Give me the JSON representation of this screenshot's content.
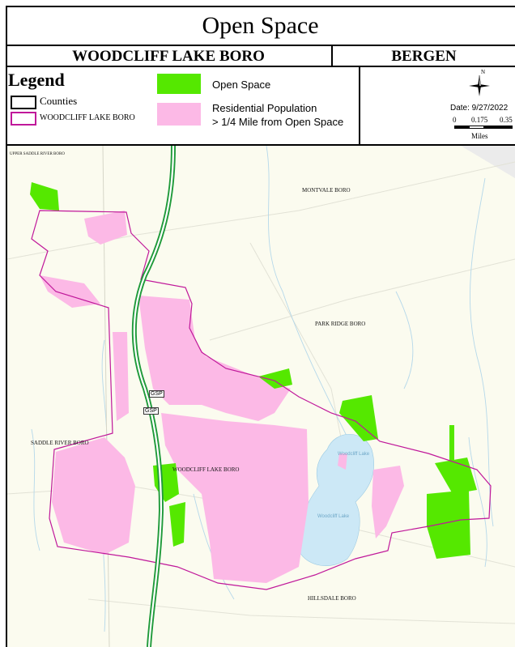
{
  "title": "Open Space",
  "boro": "WOODCLIFF LAKE BORO",
  "county": "BERGEN",
  "legend": {
    "title": "Legend",
    "counties": "Counties",
    "boro": "WOODCLIFF LAKE BORO",
    "open_space": "Open Space",
    "residential_1": "Residential Population",
    "residential_2": "> 1/4 Mile from Open Space"
  },
  "compass_n": "N",
  "date": "Date: 9/27/2022",
  "scale": {
    "t0": "0",
    "t1": "0.175",
    "t2": "0.35",
    "unit": "Miles"
  },
  "map_labels": {
    "upper_saddle": "UPPER SADDLE RIVER BORO",
    "montvale": "MONTVALE BORO",
    "park_ridge": "PARK RIDGE BORO",
    "saddle_river": "SADDLE RIVER BORO",
    "woodcliff": "WOODCLIFF LAKE BORO",
    "hillsdale": "HILLSDALE BORO",
    "gsp1": "GSP",
    "gsp2": "GSP",
    "woodcliff_lake_1": "Woodcliff Lake",
    "woodcliff_lake_2": "Woodcliff Lake"
  },
  "colors": {
    "open_space": "#55e800",
    "residential": "#fcb9e6",
    "boundary": "#c0189a",
    "water": "#cce8f6",
    "base": "#fbfbef",
    "highway": "#1f9a3a"
  }
}
